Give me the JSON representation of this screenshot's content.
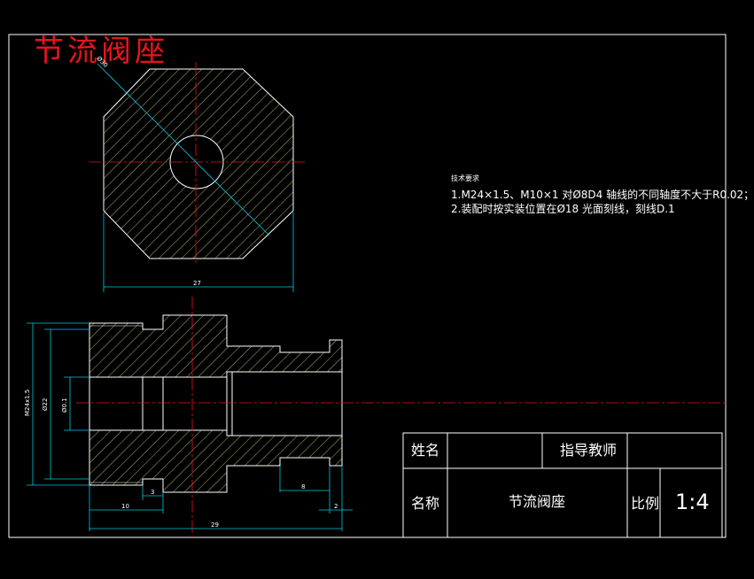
{
  "drawing": {
    "title": "节流阀座",
    "colors": {
      "background": "#000000",
      "frame": "#ffffff",
      "outline": "#ffffff",
      "hatch": "#c8c86a",
      "dimension": "#00c8e0",
      "centerline": "#e8141c",
      "title_text": "#e8141c"
    }
  },
  "dimensions": {
    "top_diameter": "Ø30",
    "top_width": "27",
    "outer_thread": "M24x1.5",
    "diameter_22": "Ø22",
    "diameter_inner": "Ø0.1",
    "len_10": "10",
    "len_3": "3",
    "len_8": "8",
    "len_29": "29",
    "len_2": "2"
  },
  "notes": {
    "title": "技术要求",
    "line1": "1.M24×1.5、M10×1 对Ø8D4 轴线的不同轴度不大于R0.02；",
    "line2": "2.装配时按实装位置在Ø18 光面刻线，刻线D.1"
  },
  "title_block": {
    "name_label": "姓名",
    "advisor_label": "指导教师",
    "part_label": "名称",
    "part_name": "节流阀座",
    "scale_label": "比例",
    "scale_value": "1:4"
  }
}
